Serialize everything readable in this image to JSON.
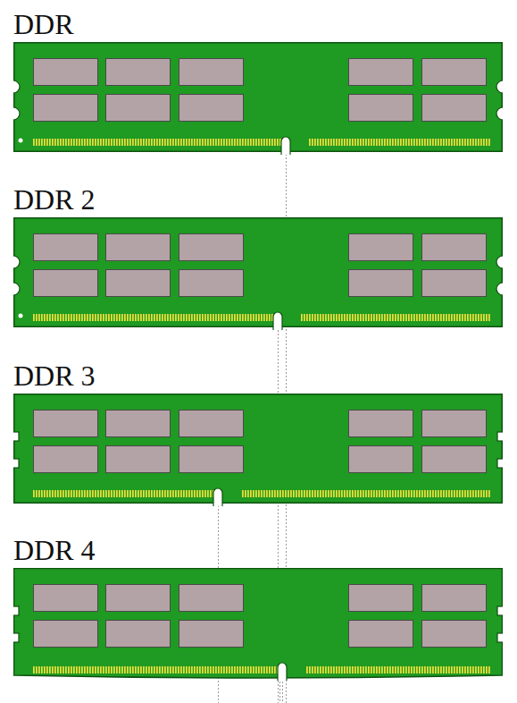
{
  "diagram": {
    "nodes": [
      {
        "text": [
          "DDR"
        ]
      },
      {
        "text": [
          "DDR 2"
        ]
      },
      {
        "text": [
          "DDR 3"
        ]
      },
      {
        "text": [
          "DDR 4"
        ]
      }
    ]
  }
}
